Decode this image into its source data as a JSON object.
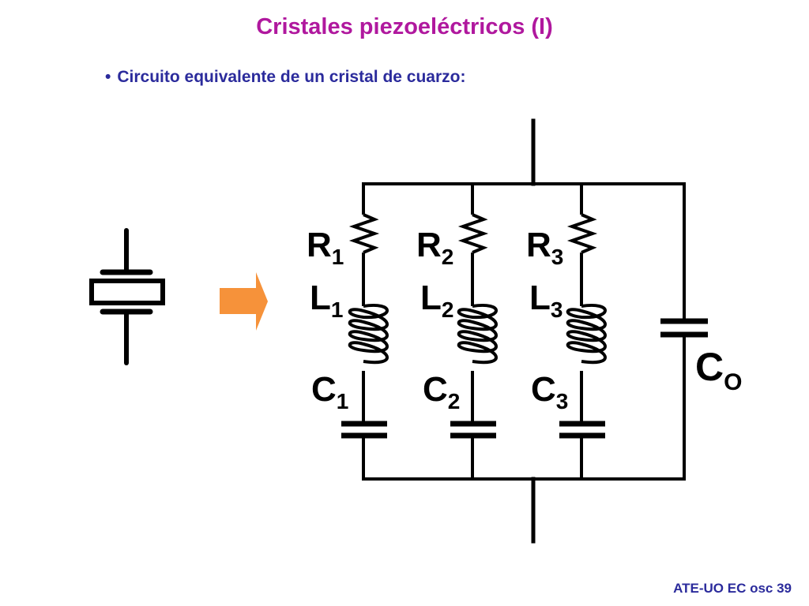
{
  "slide": {
    "title": "Cristales piezoeléctricos (I)",
    "bullet": "•",
    "subtitle": "Circuito equivalente de un cristal de cuarzo:",
    "footer": "ATE-UO EC osc 39"
  },
  "diagram": {
    "branches": [
      {
        "resistor": {
          "letter": "R",
          "sub": "1"
        },
        "inductor": {
          "letter": "L",
          "sub": "1"
        },
        "capacitor": {
          "letter": "C",
          "sub": "1"
        }
      },
      {
        "resistor": {
          "letter": "R",
          "sub": "2"
        },
        "inductor": {
          "letter": "L",
          "sub": "2"
        },
        "capacitor": {
          "letter": "C",
          "sub": "2"
        }
      },
      {
        "resistor": {
          "letter": "R",
          "sub": "3"
        },
        "inductor": {
          "letter": "L",
          "sub": "3"
        },
        "capacitor": {
          "letter": "C",
          "sub": "3"
        }
      }
    ],
    "parallel_capacitor": {
      "letter": "C",
      "sub": "O"
    },
    "colors": {
      "wire": "#000000",
      "arrow": "#f6923a",
      "title": "#b0189e",
      "text": "#2b2b9c"
    }
  }
}
